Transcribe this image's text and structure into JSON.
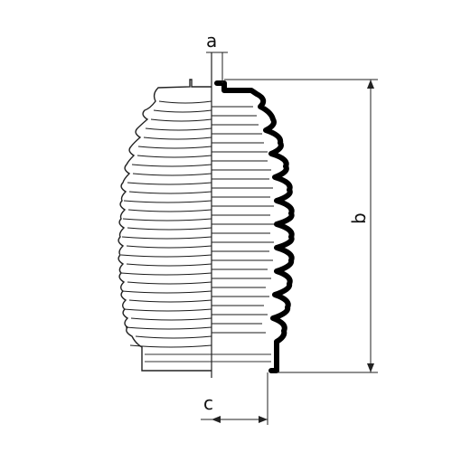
{
  "diagram": {
    "part": "bellows-boot",
    "labels": {
      "a": "a",
      "b": "b",
      "c": "c"
    },
    "colors": {
      "line": "#1a1a1a",
      "profile": "#000000",
      "background": "#ffffff"
    }
  }
}
